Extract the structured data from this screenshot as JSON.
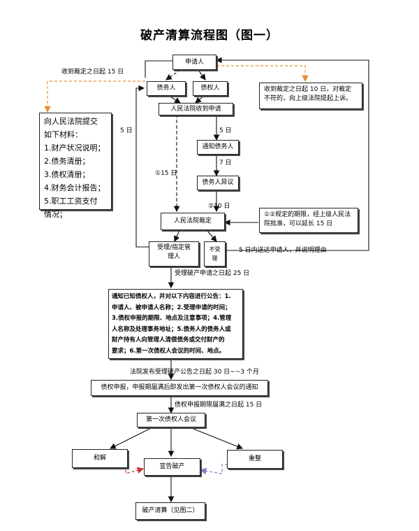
{
  "title": "破产清算流程图（图一）",
  "nodes": {
    "applicant": "申请人",
    "debtor": "债务人",
    "creditor": "债权人",
    "court_received": "人民法院收到申请",
    "notify_debtor": "通知债务人",
    "debtor_objection": "债务人异议",
    "court_ruling": "人民法院裁定",
    "accept": [
      "受理/指定管",
      "理人"
    ],
    "reject": "不受理",
    "announce": [
      "通知已知债权人，并对以下内容进行公告：1.",
      "申请人、被申请人名称；2.受理申请的时间；",
      "3.债权申报的期限、地点及注意事项；4.管理",
      "人名称及处理事务地址；5.债务人的债务人或",
      "财产持有人向管理人清偿债务或交付财产的",
      "要求；6.第一次债权人会议的时间、地点。"
    ],
    "claims": "债权申报，申报期届满后即发出第一次债权人会议的通知",
    "first_meeting": "第一次债权人会议",
    "settlement": "和解",
    "reorganization": "重整",
    "bankruptcy": "宣告破产",
    "liquidation": "破产清算（见图二）",
    "materials": [
      "向人民法院提交",
      "如下材料：",
      "1.财产状况说明；",
      "2.债务清册；",
      "3.债权清册；",
      "4.财务会计报告；",
      "5.职工工资支付",
      "情况；"
    ],
    "appeal": [
      "收到裁定之日起 10 日，对裁定",
      "不符的，向上级法院提起上诉。"
    ],
    "extension": [
      "①②规定的期限，经上级人民法",
      "院批准，可以延长 15 日"
    ]
  },
  "labels": {
    "ruling_15": "收到裁定之日起 15 日",
    "five_days_left": "5 日",
    "five_days": "5 日",
    "seven_days": "7 日",
    "fifteen_days": "①15 日",
    "ten_days": "②10 日",
    "reject_note": "5 日内送达申请人，并说明理由",
    "accept_25": "受理破产申请之日起 25 日",
    "court_publish": "法院发布受理破产公告之日起 30 日~~3 个月",
    "claims_15": "债权申报期限届满之日起 15 日"
  },
  "colors": {
    "orange": "#e69138",
    "red": "#cc3333",
    "purple": "#8e7cc3"
  }
}
